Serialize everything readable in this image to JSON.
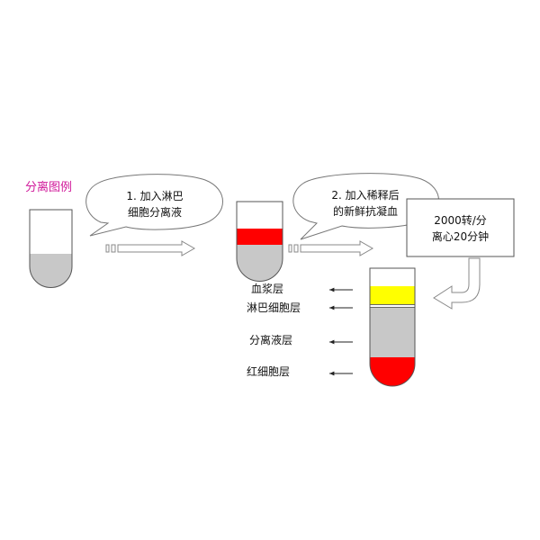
{
  "legend_title": "分离图例",
  "step1": {
    "line1": "1. 加入淋巴",
    "line2": "细胞分离液"
  },
  "step2": {
    "line1": "2. 加入稀释后",
    "line2": "的新鲜抗凝血"
  },
  "centrifuge": {
    "line1": "2000转/分",
    "line2": "离心20分钟"
  },
  "layers": {
    "plasma": "血浆层",
    "lymphocyte": "淋巴细胞层",
    "separation": "分离液层",
    "rbc": "红细胞层"
  },
  "colors": {
    "title": "#d0189a",
    "red": "#ff0000",
    "yellow": "#ffff00",
    "gray": "#c8c8c8",
    "outline": "#555555"
  }
}
